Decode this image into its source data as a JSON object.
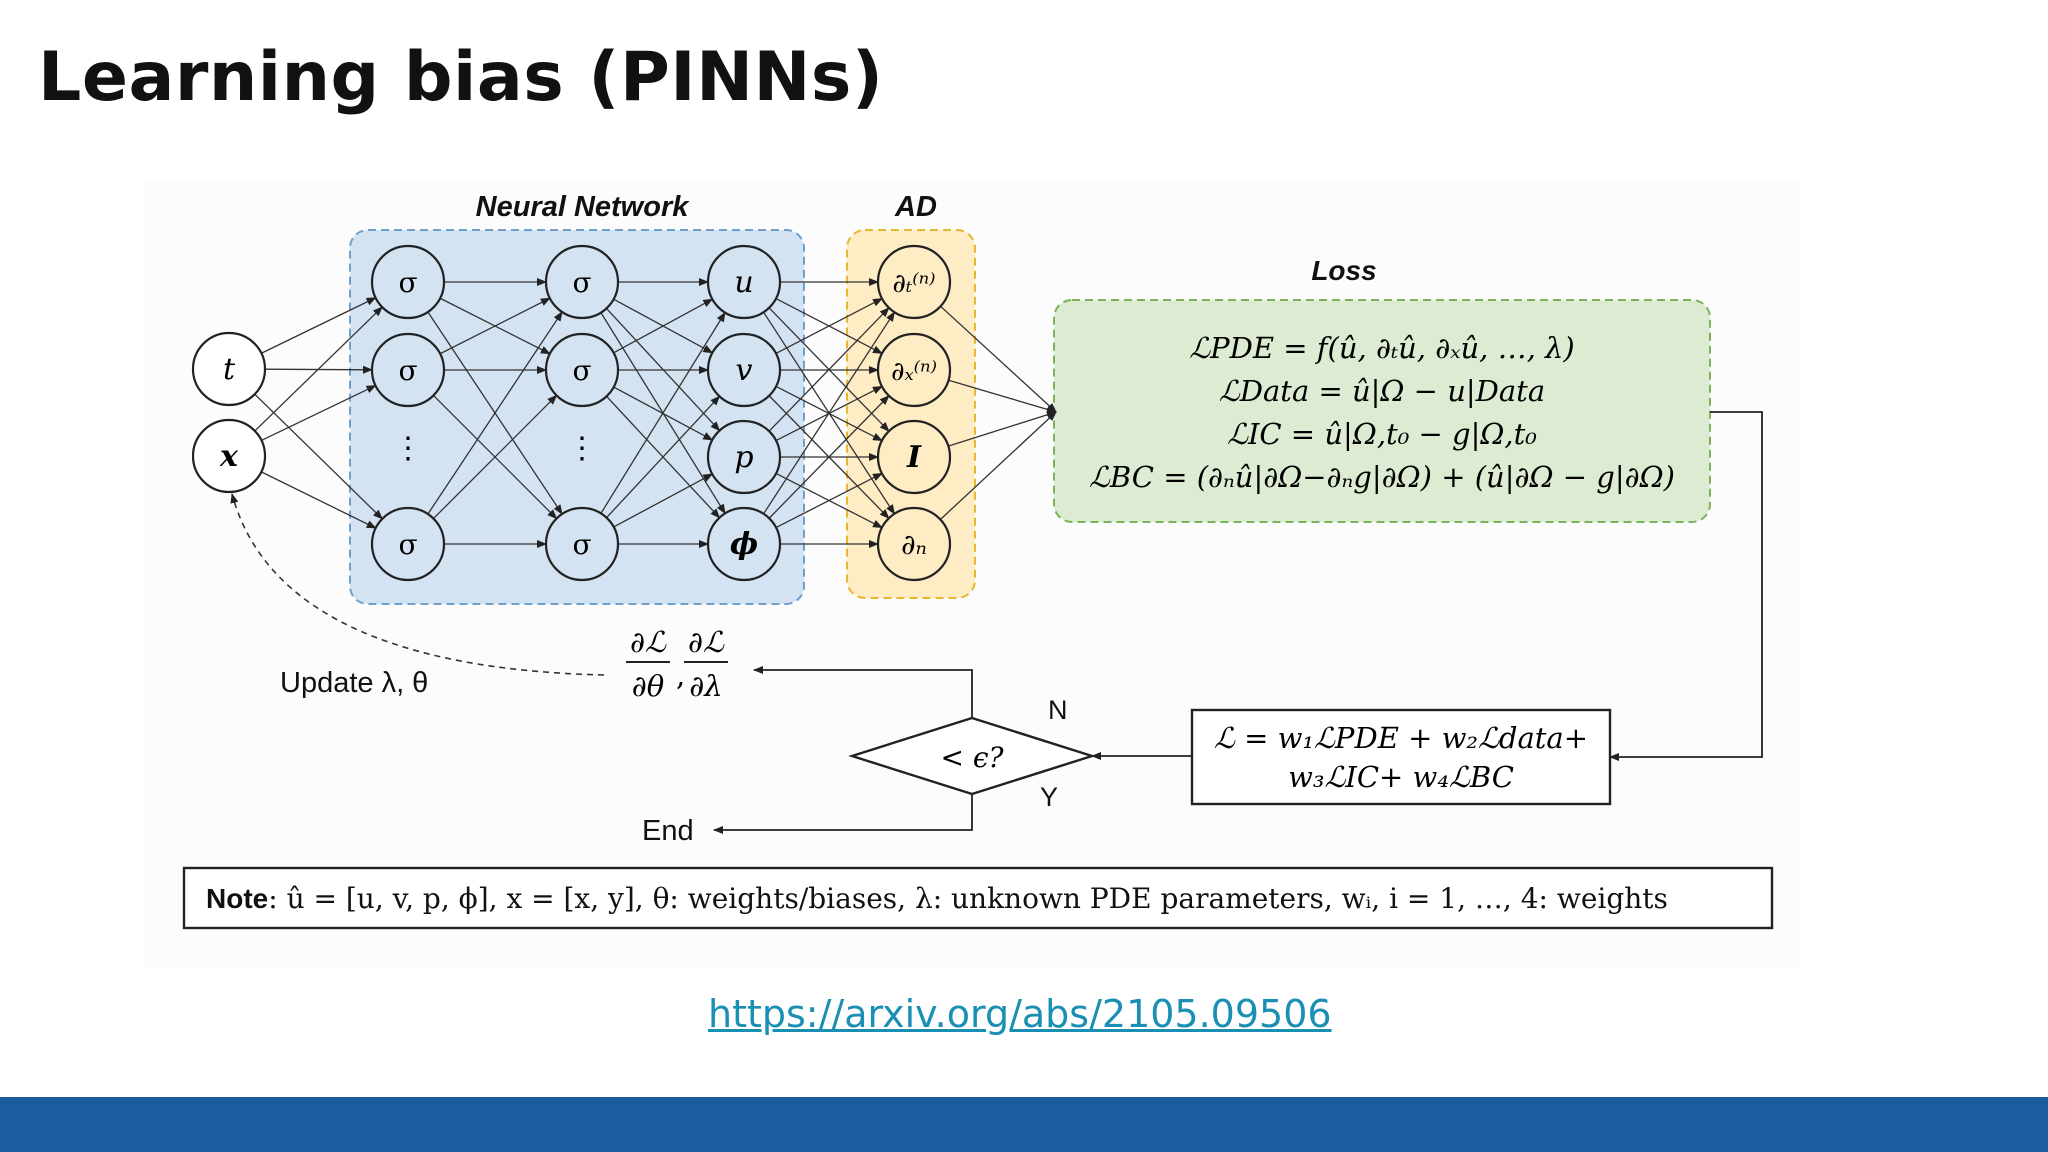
{
  "slide": {
    "title": "Learning bias (PINNs)",
    "link": "https://arxiv.org/abs/2105.09506"
  },
  "diagram": {
    "nn_label": "Neural Network",
    "ad_label": "AD",
    "loss_label": "Loss",
    "inputs": [
      "t",
      "x"
    ],
    "hidden": [
      "σ",
      "σ",
      "⋮",
      "σ"
    ],
    "outputs": [
      "u",
      "v",
      "p",
      "ϕ"
    ],
    "ad_ops": [
      "∂ₜ⁽ⁿ⁾",
      "∂ₓ⁽ⁿ⁾",
      "I",
      "∂ₙ"
    ],
    "loss_lines": [
      "ℒPDE = f(û, ∂ₜû, ∂ₓû, …, λ)",
      "ℒData = û|Ω − u|Data",
      "ℒIC = û|Ω,t₀ − g|Ω,t₀",
      "ℒBC = (∂ₙû|∂Ω−∂ₙg|∂Ω) + (û|∂Ω − g|∂Ω)"
    ],
    "total_loss_line1": "ℒ = w₁ℒPDE + w₂ℒdata+",
    "total_loss_line2": "w₃ℒIC+ w₄ℒBC",
    "decision": "< ϵ?",
    "branch_no": "N",
    "branch_yes": "Y",
    "end_label": "End",
    "update_label": "Update λ, θ",
    "grad_num1": "∂ℒ",
    "grad_den1": "∂θ",
    "grad_num2": "∂ℒ",
    "grad_den2": "∂λ",
    "note_bold": "Note",
    "note_text": ": û = [u, v, p, ϕ], x = [x, y], θ: weights/biases, λ: unknown PDE parameters, wᵢ, i = 1, …, 4: weights"
  }
}
